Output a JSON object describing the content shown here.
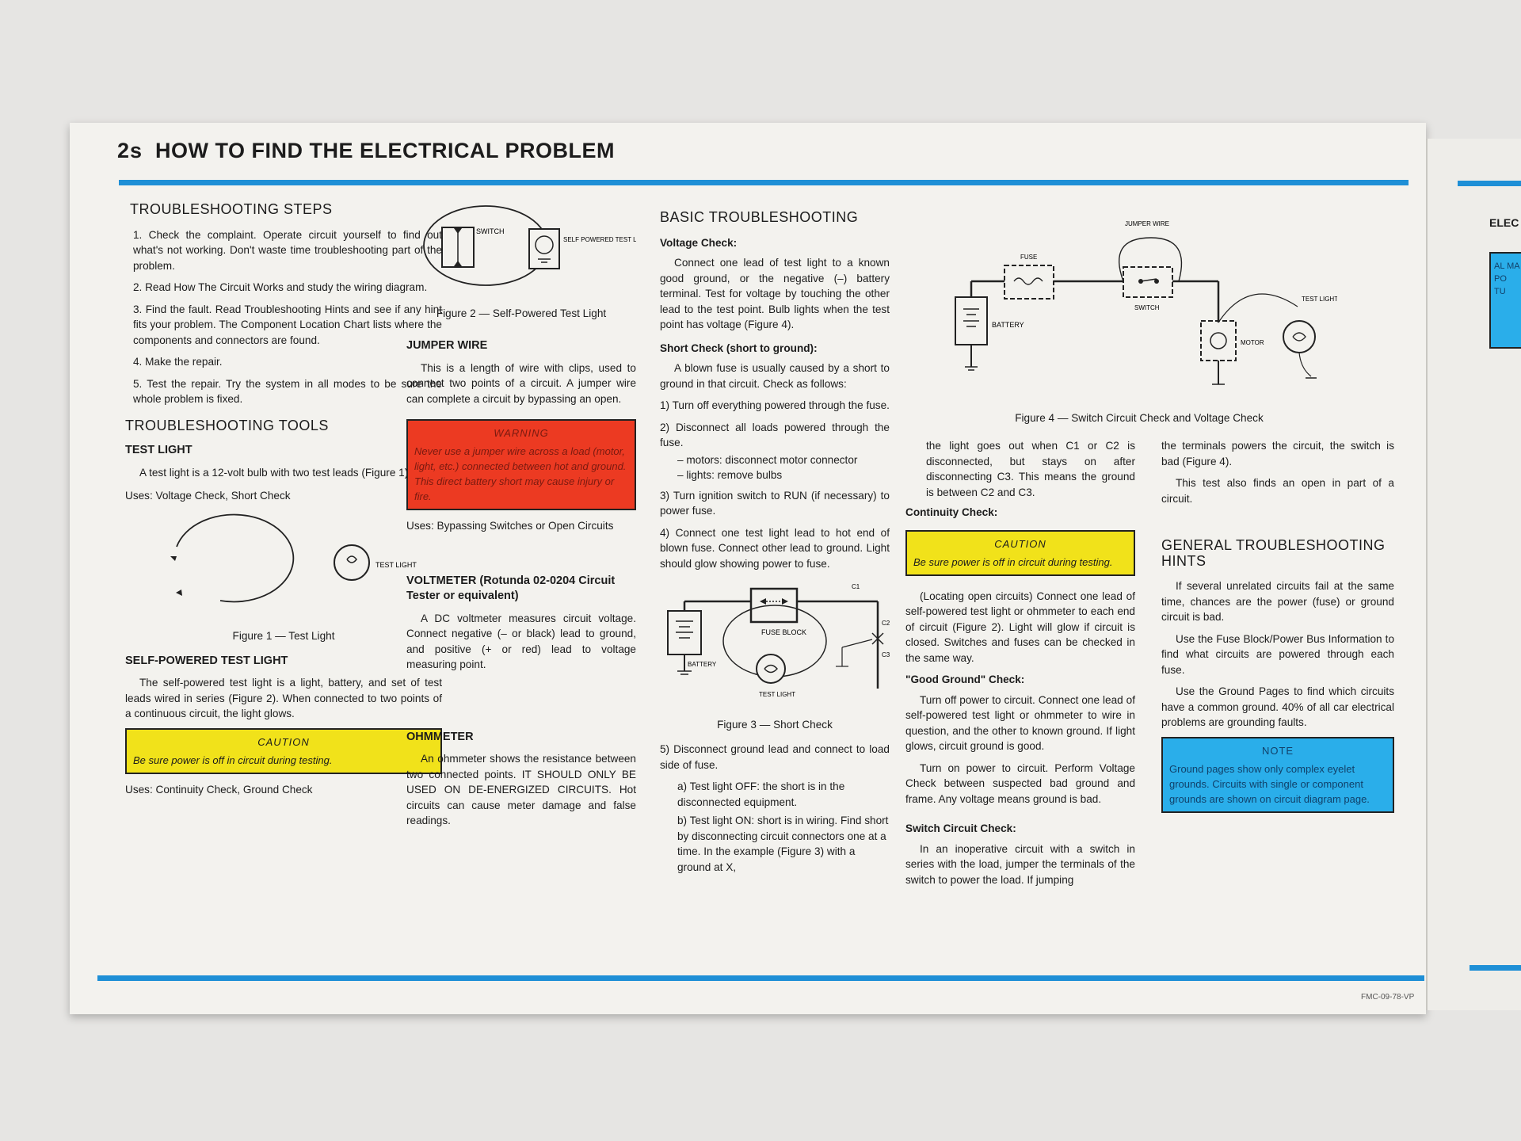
{
  "header": {
    "page_num": "2s",
    "title": "HOW TO FIND THE ELECTRICAL PROBLEM"
  },
  "footer": {
    "code": "FMC-09-78-VP"
  },
  "col1": {
    "steps_heading": "TROUBLESHOOTING STEPS",
    "steps": [
      "1. Check the complaint. Operate circuit yourself to find out what's not working. Don't waste time troubleshooting part of the problem.",
      "2. Read How The Circuit Works and study the wiring diagram.",
      "3. Find the fault. Read Troubleshooting Hints and see if any hint fits your problem. The Component Location Chart lists where the components and connectors are found.",
      "4. Make the repair.",
      "5. Test the repair. Try the system in all modes to be sure the whole problem is fixed."
    ],
    "tools_heading": "TROUBLESHOOTING TOOLS",
    "test_light_heading": "TEST LIGHT",
    "test_light_text": "A test light is a 12-volt bulb with two test leads (Figure 1).",
    "test_light_uses": "Uses: Voltage Check, Short Check",
    "fig1_label": "TEST LIGHT",
    "fig1_caption": "Figure 1 — Test Light",
    "spt_heading": "SELF-POWERED TEST LIGHT",
    "spt_text": "The self-powered test light is a light, battery, and set of test leads wired in series (Figure 2). When connected to two points of a continuous circuit, the light glows.",
    "caution_title": "CAUTION",
    "caution_text": "Be sure power is off in circuit during testing.",
    "spt_uses": "Uses: Continuity Check, Ground Check"
  },
  "col2": {
    "fig2_switch": "SWITCH",
    "fig2_label": "SELF POWERED TEST LIGHT",
    "fig2_caption": "Figure 2 — Self-Powered Test Light",
    "jumper_heading": "JUMPER WIRE",
    "jumper_text": "This is a length of wire with clips, used to connect two points of a circuit. A jumper wire can complete a circuit by bypassing an open.",
    "warning_title": "WARNING",
    "warning_text": "Never use a jumper wire across a load (motor, light, etc.) connected between hot and ground. This direct battery short may cause injury or fire.",
    "jumper_uses": "Uses: Bypassing Switches or Open Circuits",
    "volt_heading": "VOLTMETER (Rotunda 02-0204 Circuit Tester or equivalent)",
    "volt_text": "A DC voltmeter measures circuit voltage. Connect negative (– or black) lead to ground, and positive (+ or red) lead to voltage measuring point.",
    "ohm_heading": "OHMMETER",
    "ohm_text": "An ohmmeter shows the resistance between two connected points. IT SHOULD ONLY BE USED ON DE-ENERGIZED CIRCUITS. Hot circuits can cause meter damage and false readings."
  },
  "col3": {
    "basic_heading": "BASIC TROUBLESHOOTING",
    "voltage_heading": "Voltage Check:",
    "voltage_text": "Connect one lead of test light to a known good ground, or the negative (–) battery terminal. Test for voltage by touching the other lead to the test point. Bulb lights when the test point has voltage (Figure 4).",
    "short_heading": "Short Check (short to ground):",
    "short_text": "A blown fuse is usually caused by a short to ground in that circuit. Check as follows:",
    "short_step1": "1) Turn off everything powered through the fuse.",
    "short_step2": "2) Disconnect all loads powered through the fuse.",
    "short_step2a": "– motors: disconnect motor connector",
    "short_step2b": "– lights: remove bulbs",
    "short_step3": "3) Turn ignition switch to RUN (if necessary) to power fuse.",
    "short_step4": "4) Connect one test light lead to hot end of blown fuse. Connect other lead to ground. Light should glow showing power to fuse.",
    "fig3_c1": "C1",
    "fig3_c2": "C2",
    "fig3_c3": "C3",
    "fig3_fuse": "FUSE BLOCK",
    "fig3_battery": "BATTERY",
    "fig3_testlight": "TEST LIGHT",
    "fig3_caption": "Figure 3 — Short Check",
    "short_step5": "5) Disconnect ground lead and connect to load side of fuse.",
    "short_step5a": "a) Test light OFF: the short is in the disconnected equipment.",
    "short_step5b": "b) Test light ON: short is in wiring. Find short by disconnecting circuit connectors one at a time. In the example (Figure 3) with a ground at X,"
  },
  "fig4": {
    "jumper": "JUMPER WIRE",
    "fuse": "FUSE",
    "switch": "SWITCH",
    "battery": "BATTERY",
    "motor": "MOTOR",
    "testlight": "TEST LIGHT",
    "caption": "Figure 4 — Switch Circuit Check and Voltage Check"
  },
  "col4": {
    "cont_text": "the light goes out when C1 or C2 is disconnected, but stays on after disconnecting C3. This means the ground is between C2 and C3.",
    "continuity_heading": "Continuity Check:",
    "caution_title": "CAUTION",
    "caution_text": "Be sure power is off in circuit during testing.",
    "continuity_text": "(Locating open circuits) Connect one lead of self-powered test light or ohmmeter to each end of circuit (Figure 2). Light will glow if circuit is closed. Switches and fuses can be checked in the same way.",
    "ground_heading": "\"Good Ground\" Check:",
    "ground_text1": "Turn off power to circuit. Connect one lead of self-powered test light or ohmmeter to wire in question, and the other to known ground. If light glows, circuit ground is good.",
    "ground_text2": "Turn on power to circuit. Perform Voltage Check between suspected bad ground and frame. Any voltage means ground is bad.",
    "switch_heading": "Switch Circuit Check:",
    "switch_text": "In an inoperative circuit with a switch in series with the load, jumper the terminals of the switch to power the load. If jumping"
  },
  "col5": {
    "switch_cont": "the terminals powers the circuit, the switch is bad (Figure 4).",
    "open_text": "This test also finds an open in part of a circuit.",
    "hints_heading": "GENERAL TROUBLESHOOTING HINTS",
    "hint1": "If several unrelated circuits fail at the same time, chances are the power (fuse) or ground circuit is bad.",
    "hint2": "Use the Fuse Block/Power Bus Information to find what circuits are powered through each fuse.",
    "hint3": "Use the Ground Pages to find which circuits have a common ground. 40% of all car electrical problems are grounding faults.",
    "note_title": "NOTE",
    "note_text": "Ground pages show only complex eyelet grounds. Circuits with single or component grounds are shown on circuit diagram page."
  },
  "next_page": {
    "heading": "ELEC",
    "blue_text": "AL MA PO TU"
  }
}
